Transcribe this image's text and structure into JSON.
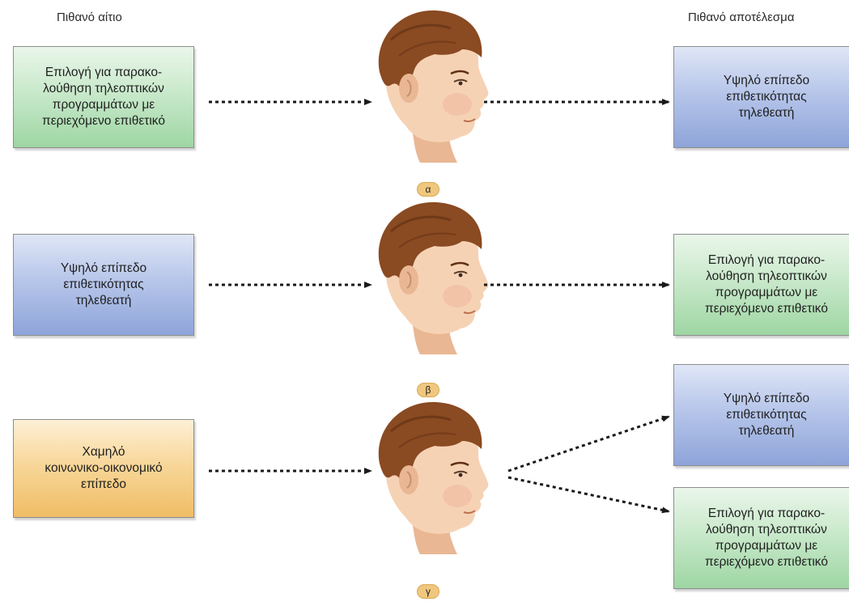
{
  "headers": {
    "cause": "Πιθανό αίτιο",
    "effect": "Πιθανό αποτέλεσμα"
  },
  "rows": [
    {
      "label": "α",
      "cause": {
        "color": "green",
        "lines": [
          "Επιλογή για παρακο-",
          "λούθηση τηλεοπτικών",
          "προγραμμάτων με",
          "περιεχόμενο επιθετικό"
        ]
      },
      "effects": [
        {
          "color": "blue",
          "lines": [
            "Υψηλό επίπεδο",
            "επιθετικότητας",
            "τηλεθεατή"
          ]
        }
      ]
    },
    {
      "label": "β",
      "cause": {
        "color": "blue",
        "lines": [
          "Υψηλό επίπεδο",
          "επιθετικότητας",
          "τηλεθεατή"
        ]
      },
      "effects": [
        {
          "color": "green",
          "lines": [
            "Επιλογή για παρακο-",
            "λούθηση τηλεοπτικών",
            "προγραμμάτων με",
            "περιεχόμενο επιθετικό"
          ]
        }
      ]
    },
    {
      "label": "γ",
      "cause": {
        "color": "orange",
        "lines": [
          "Χαμηλό",
          "κοινωνικο-οικονομικό",
          "επίπεδο"
        ]
      },
      "effects": [
        {
          "color": "blue",
          "lines": [
            "Υψηλό επίπεδο",
            "επιθετικότητας",
            "τηλεθεατή"
          ]
        },
        {
          "color": "green",
          "lines": [
            "Επιλογή για παρακο-",
            "λούθηση τηλεοπτικών",
            "προγραμμάτων με",
            "περιεχόμενο επιθετικό"
          ]
        }
      ]
    }
  ],
  "colors": {
    "arrow": "#1a1a1a",
    "skin": "#f6d2b4",
    "skin_shade": "#e9b793",
    "hair": "#8a4a22",
    "hair_dark": "#5e2e12"
  }
}
